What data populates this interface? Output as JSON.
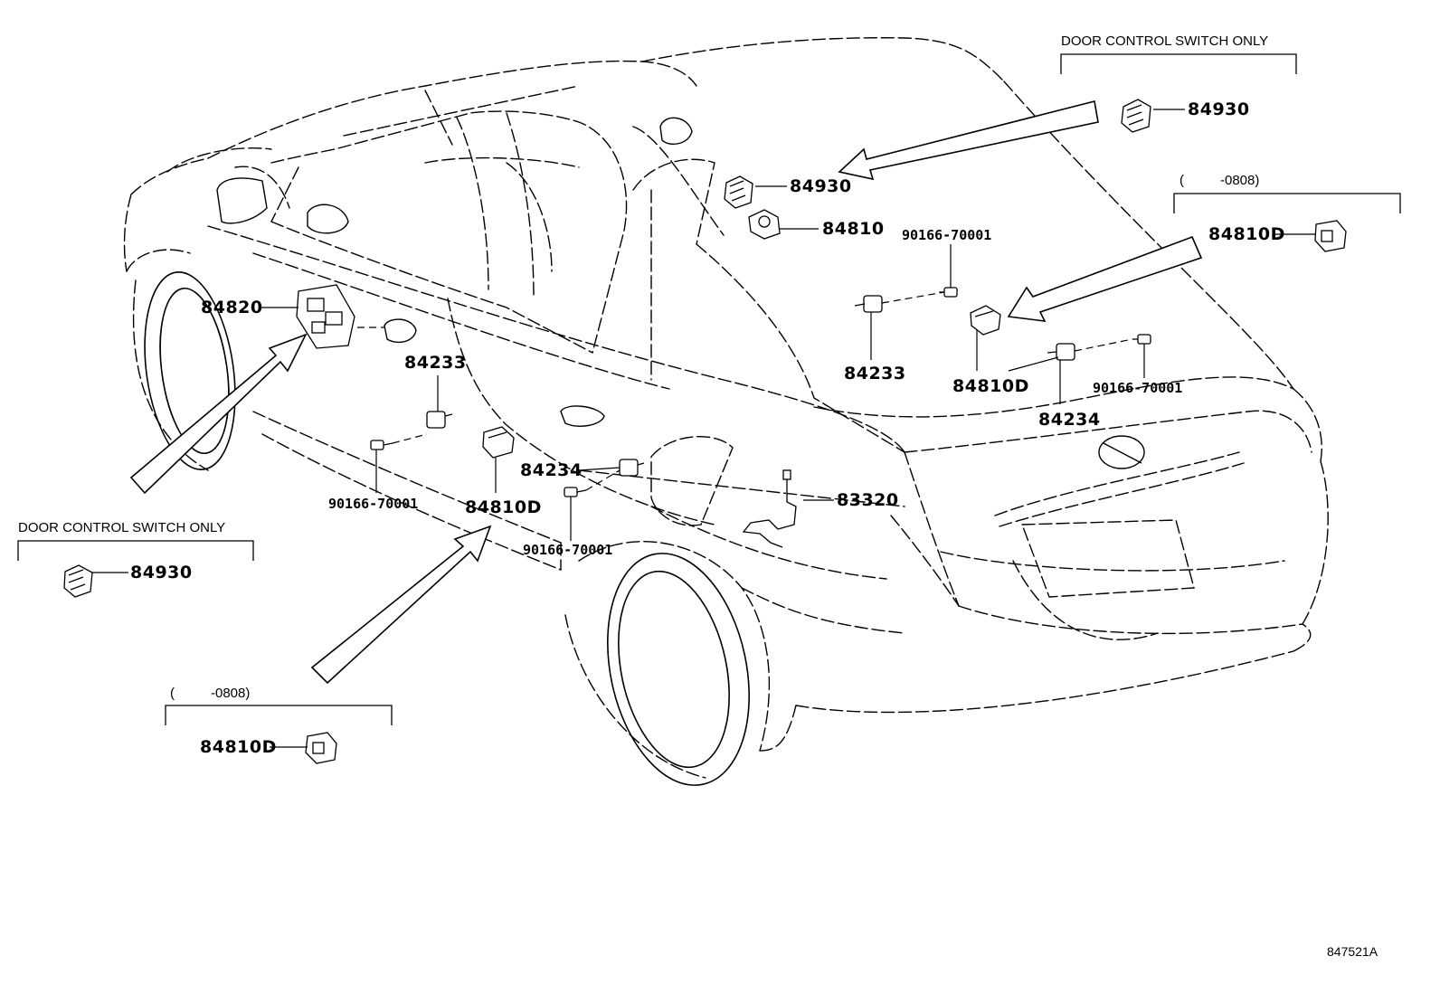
{
  "notes": {
    "door_control_top": "DOOR CONTROL SWITCH ONLY",
    "door_control_left": "DOOR CONTROL SWITCH ONLY",
    "date_right_open": "(",
    "date_right_code": "-0808)",
    "date_left_open": "(",
    "date_left_code": "-0808)"
  },
  "parts": {
    "p84930_top": "84930",
    "p84930_mid": "84930",
    "p84930_left": "84930",
    "p84810": "84810",
    "p84810D_right_box": "84810D",
    "p84810D_right": "84810D",
    "p84810D_center": "84810D",
    "p84810D_left_box": "84810D",
    "p84820": "84820",
    "p84233_left": "84233",
    "p84233_right": "84233",
    "p84234_center": "84234",
    "p84234_right": "84234",
    "p83320": "83320",
    "p90166_top": "90166-70001",
    "p90166_right": "90166-70001",
    "p90166_left": "90166-70001",
    "p90166_center": "90166-70001"
  },
  "diagram_code": "847521A",
  "colors": {
    "line": "#000000",
    "background": "#ffffff"
  }
}
